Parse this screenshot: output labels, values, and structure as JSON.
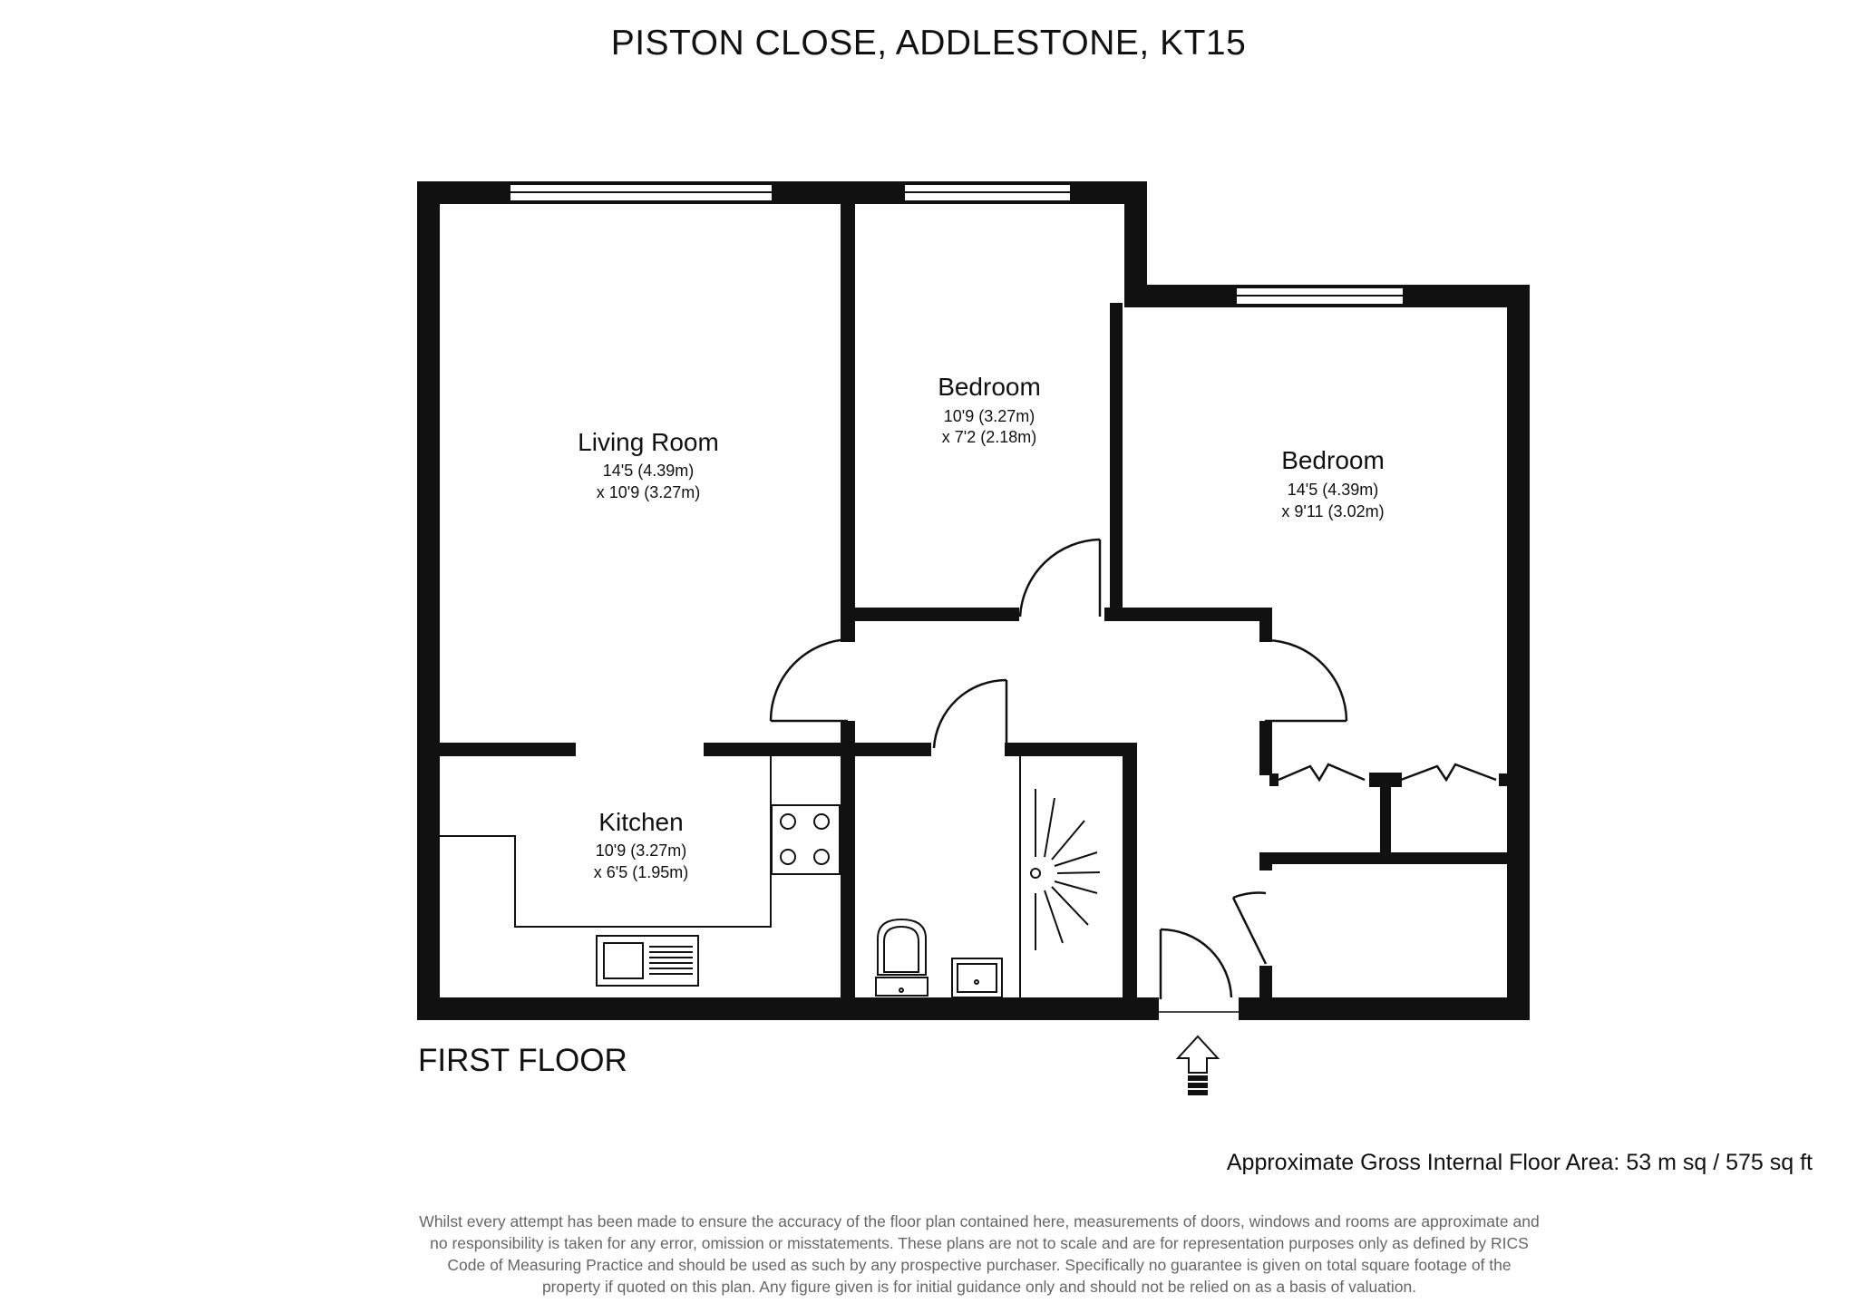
{
  "title": "PISTON CLOSE,  ADDLESTONE,  KT15",
  "rooms": {
    "living_room": {
      "name": "Living Room",
      "dim1": "14'5 (4.39m)",
      "dim2": "x 10'9 (3.27m)"
    },
    "bedroom_small": {
      "name": "Bedroom",
      "dim1": "10'9 (3.27m)",
      "dim2": "x 7'2 (2.18m)"
    },
    "bedroom_large": {
      "name": "Bedroom",
      "dim1": "14'5 (4.39m)",
      "dim2": "x 9'11 (3.02m)"
    },
    "kitchen": {
      "name": "Kitchen",
      "dim1": "10'9 (3.27m)",
      "dim2": "x 6'5 (1.95m)"
    }
  },
  "floor_label": "FIRST FLOOR",
  "area_note": "Approximate Gross Internal Floor Area: 53 m sq / 575 sq ft",
  "disclaimer": [
    "Whilst every attempt has been made to ensure the accuracy of the floor plan contained here, measurements of doors, windows and rooms are approximate and",
    "no responsibility is taken for any error, omission or misstatements. These plans are not to scale and are for representation purposes only as defined by RICS",
    "Code of Measuring Practice and should be used as such by any prospective purchaser. Specifically no guarantee is given on total square footage of the",
    "property if quoted on this plan. Any figure given is for initial guidance only and should not be relied on as a basis of valuation."
  ],
  "colors": {
    "wall": "#111111",
    "disclaimer_text": "#666666"
  }
}
